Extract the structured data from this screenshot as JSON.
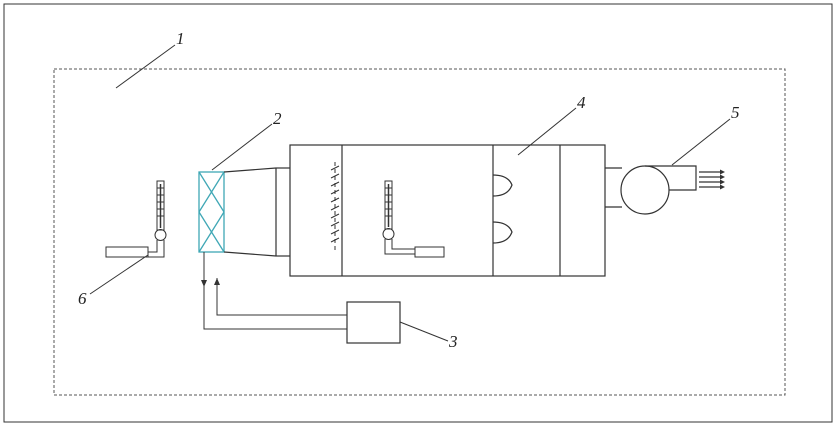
{
  "labels": {
    "l1": "1",
    "l2": "2",
    "l3": "3",
    "l4": "4",
    "l5": "5",
    "l6": "6"
  },
  "colors": {
    "line": "#333333",
    "filter": "#3fa7b5",
    "background": "#ffffff"
  }
}
